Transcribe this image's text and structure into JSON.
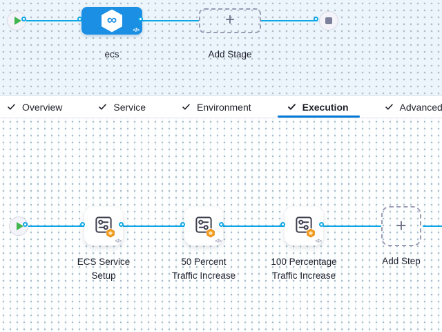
{
  "icons": {
    "play": "▶",
    "stop": "■",
    "check": "✓",
    "plus": "+",
    "code": "</>",
    "infinity": "∞"
  },
  "stage_section": {
    "stage": {
      "label": "ecs"
    },
    "add_stage": {
      "label": "Add Stage"
    }
  },
  "tab_bar": {
    "tabs": [
      {
        "label": "Overview"
      },
      {
        "label": "Service"
      },
      {
        "label": "Environment"
      },
      {
        "label": "Execution"
      },
      {
        "label": "Advanced"
      }
    ],
    "active_tab": "Execution"
  },
  "execution_section": {
    "steps": [
      {
        "label_line1": "ECS Service",
        "label_line2": "Setup"
      },
      {
        "label_line1": "50 Percent",
        "label_line2": "Traffic Increase"
      },
      {
        "label_line1": "100 Percentage",
        "label_line2": "Traffic Increase"
      }
    ],
    "add_step": {
      "label": "Add Step"
    }
  },
  "colors": {
    "connector": "#0ba7e6",
    "stage_node_blue": "#1a8fe3",
    "active_tab_underline": "#0278d5",
    "play_triangle_green": "#42b450",
    "badge_orange": "#f39b1d",
    "canvas_top_bg": "#ecf5fb"
  }
}
